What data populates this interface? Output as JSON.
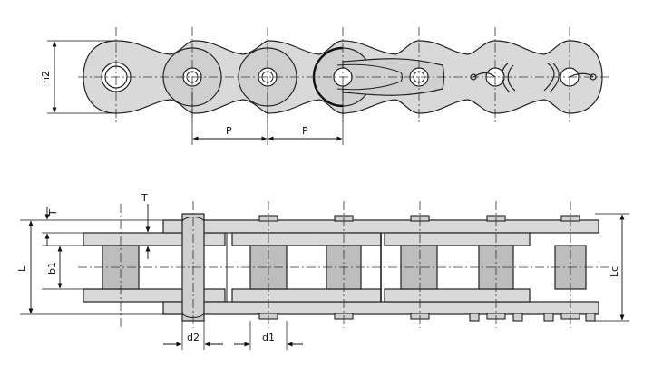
{
  "labels": {
    "h2": "h2",
    "P_left": "P",
    "P_right": "P",
    "T_left": "T",
    "T_inner": "T",
    "L": "L",
    "b1": "b1",
    "Lc": "Lc",
    "d2": "d2",
    "d1": "d1"
  },
  "colors": {
    "plate": "#d9d9d9",
    "bushing": "#bdbdbd",
    "line": "#222222"
  }
}
